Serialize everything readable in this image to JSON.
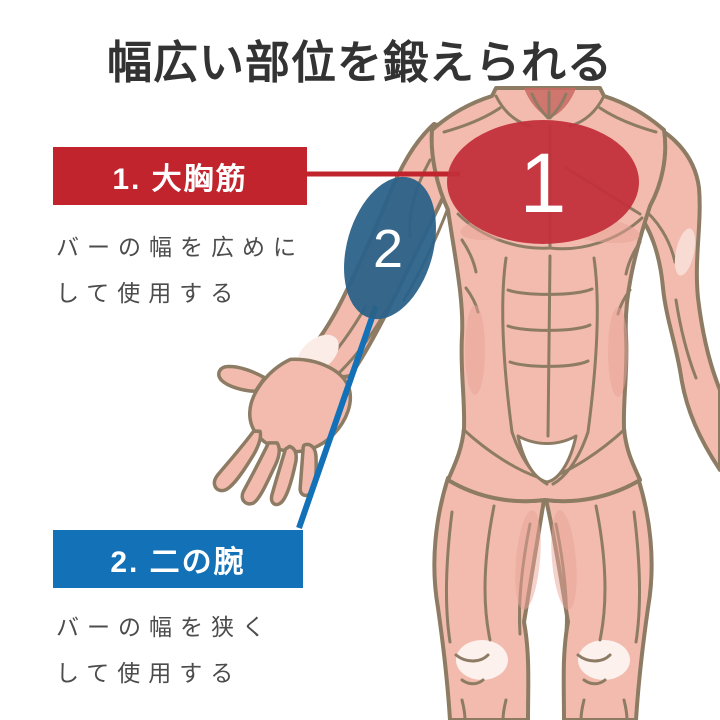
{
  "title": "幅広い部位を鍛えられる",
  "zones": [
    {
      "number": "1",
      "label": "1. 大胸筋",
      "description_line1": "バーの幅を広めに",
      "description_line2": "して使用する",
      "accent_color": "#c2242e"
    },
    {
      "number": "2",
      "label": "2. 二の腕",
      "description_line1": "バーの幅を狭く",
      "description_line2": "して使用する",
      "accent_color": "#1271b7"
    }
  ],
  "colors": {
    "background": "#ffffff",
    "title_text": "#333333",
    "body_text": "#4c4c4c",
    "red_accent": "#c2242e",
    "blue_accent": "#1271b7",
    "red_zone_fill": "#c2303a",
    "blue_zone_fill": "#2b6289",
    "skin": "#f2bbae",
    "skin_shade": "#eaa497",
    "line_art": "#8d7b64"
  },
  "illustration": {
    "name": "muscle-anatomy-figure"
  }
}
